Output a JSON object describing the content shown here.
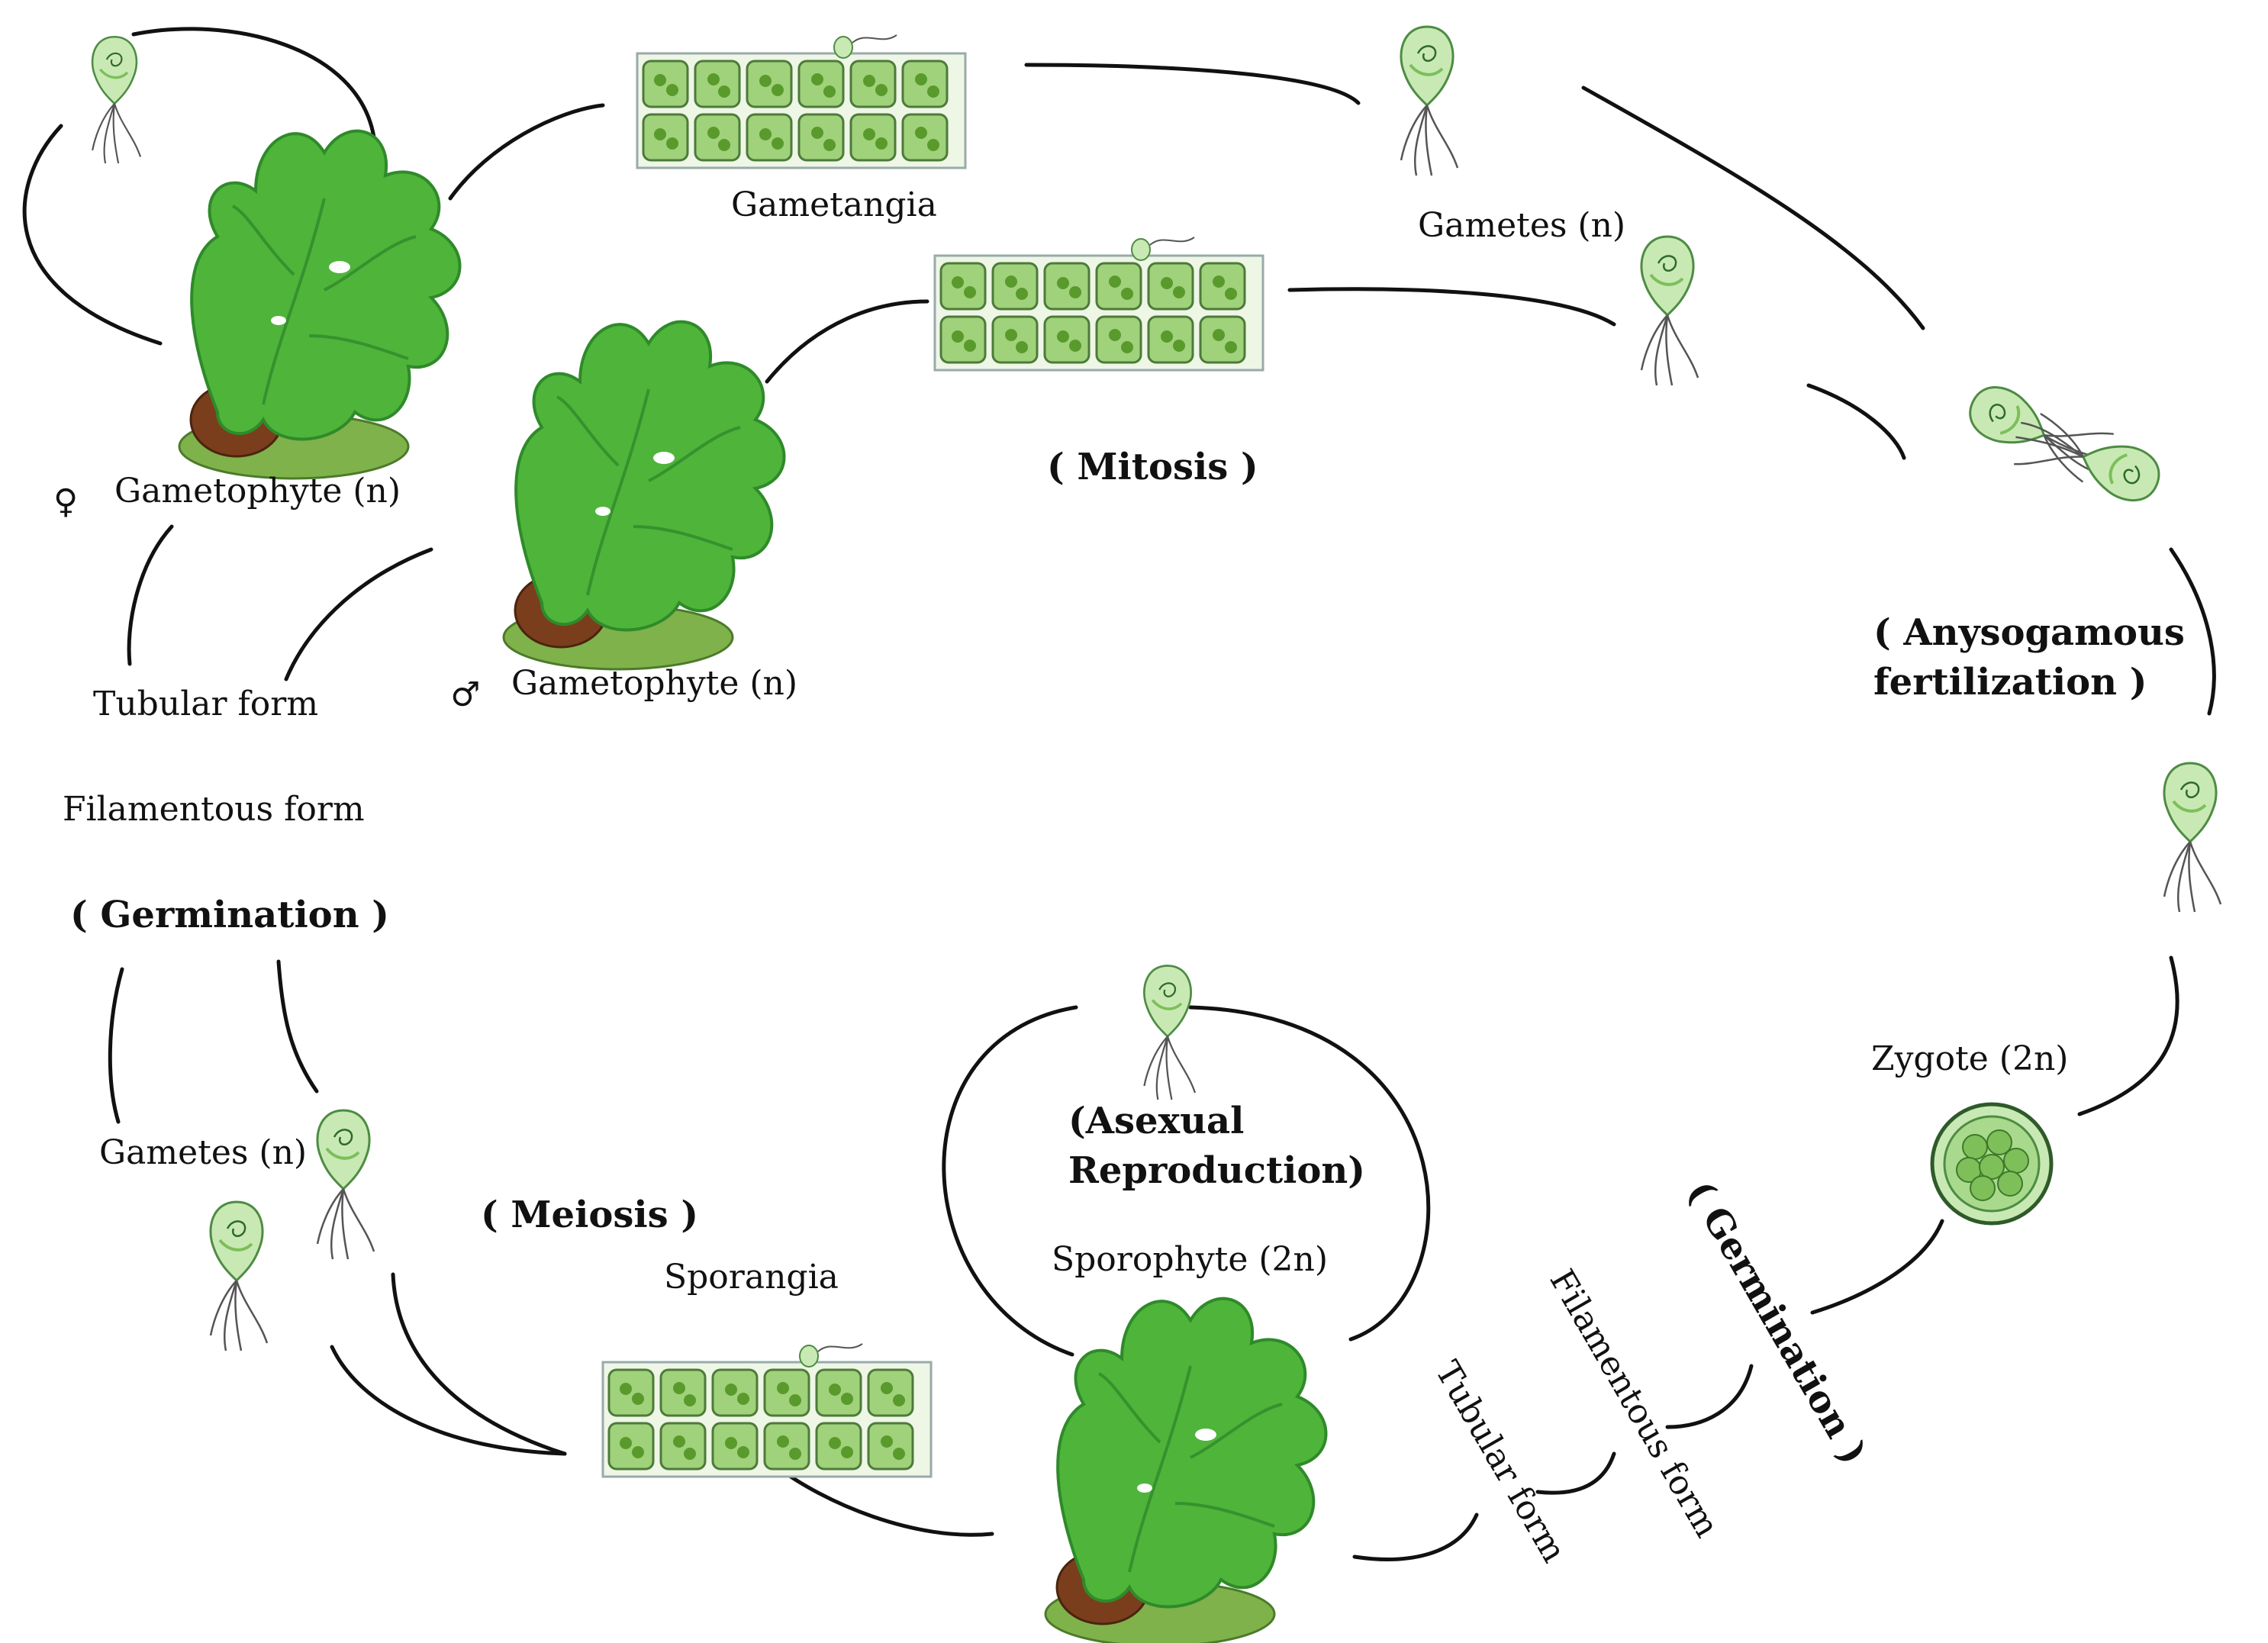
{
  "labels": {
    "female_gametophyte": "Gametophyte (n)",
    "male_gametophyte": "Gametophyte (n)",
    "female_symbol": "♀",
    "male_symbol": "♂",
    "gametangia": "Gametangia",
    "gametes_top": "Gametes (n)",
    "mitosis": "( Mitosis )",
    "fertilization_line1": "( Anysogamous",
    "fertilization_line2": "fertilization )",
    "zygote": "Zygote (2n)",
    "germination_right": "( Germination )",
    "filamentous_form_right": "Filamentous form",
    "tubular_form_right": "Tubular form",
    "tubular_form_left": "Tubular form",
    "filamentous_form_left": "Filamentous form",
    "germination_left": "( Germination )",
    "gametes_left": "Gametes (n)",
    "meiosis": "( Meiosis )",
    "sporangia": "Sporangia",
    "asexual_line1": "(Asexual",
    "asexual_line2": "Reproduction)",
    "sporophyte": "Sporophyte (2n)"
  },
  "colors": {
    "leaf_green": "#4fb43a",
    "leaf_dark": "#2f8a2a",
    "holdfast_brown": "#7a3e1c",
    "cell_green": "#9fd27a",
    "line_black": "#111111"
  }
}
